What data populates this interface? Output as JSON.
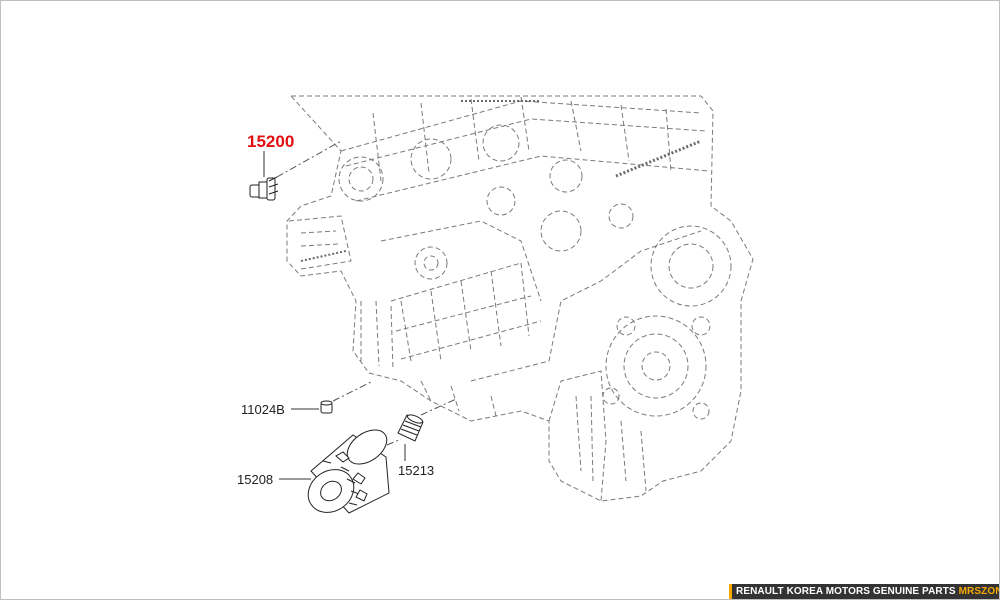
{
  "diagram": {
    "highlight_color": "#e01010",
    "parts": [
      {
        "id": "15200",
        "label": "15200",
        "highlighted": true
      },
      {
        "id": "11024B",
        "label": "11024B",
        "highlighted": false
      },
      {
        "id": "15213",
        "label": "15213",
        "highlighted": false
      },
      {
        "id": "15208",
        "label": "15208",
        "highlighted": false
      }
    ]
  },
  "footer": {
    "brand_text": "RENAULT KOREA MOTORS GENUINE PARTS",
    "site_text": "MRSZONE",
    "site_color": "#f5a800"
  }
}
